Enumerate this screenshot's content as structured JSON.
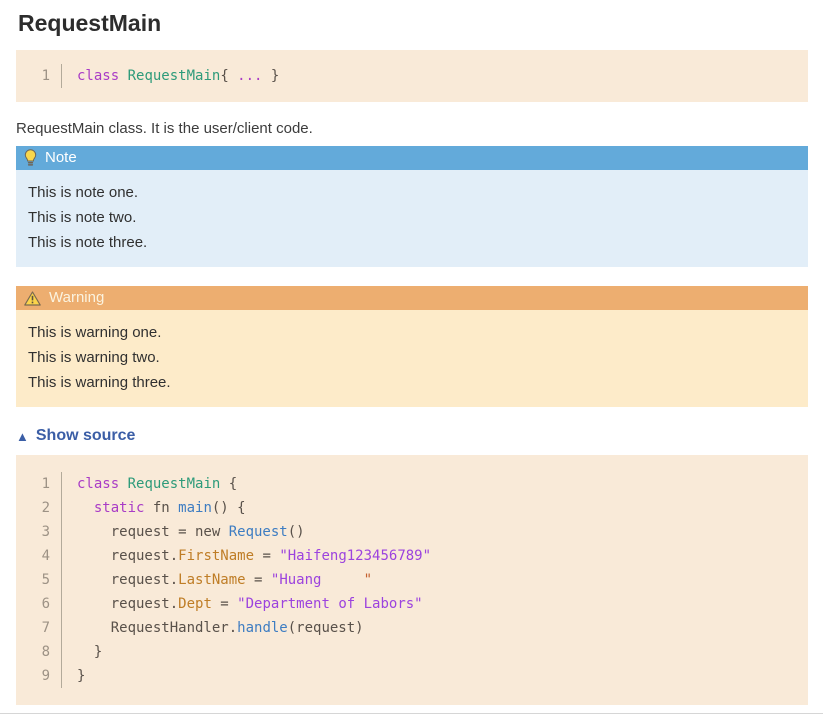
{
  "page": {
    "title": "RequestMain",
    "description": "RequestMain class. It is the user/client code."
  },
  "summary_code": {
    "lines": [
      {
        "n": "1",
        "tokens": [
          [
            "k",
            "class"
          ],
          [
            "p",
            " "
          ],
          [
            "t",
            "RequestMain"
          ],
          [
            "p",
            "{ "
          ],
          [
            "k",
            "..."
          ],
          [
            "p",
            " }"
          ]
        ]
      }
    ]
  },
  "note": {
    "title": "Note",
    "icon": "lightbulb-icon",
    "lines": [
      "This is note one.",
      "This is note two.",
      "This is note three."
    ]
  },
  "warning": {
    "title": "Warning",
    "icon": "warning-triangle-icon",
    "lines": [
      "This is warning one.",
      "This is warning two.",
      "This is warning three."
    ]
  },
  "source_toggle": {
    "arrow": "▲",
    "label": "Show source"
  },
  "source_code": {
    "lines": [
      {
        "n": "1",
        "tokens": [
          [
            "k",
            "class"
          ],
          [
            "p",
            " "
          ],
          [
            "t",
            "RequestMain"
          ],
          [
            "p",
            " {"
          ]
        ]
      },
      {
        "n": "2",
        "tokens": [
          [
            "p",
            "  "
          ],
          [
            "k",
            "static"
          ],
          [
            "p",
            " fn "
          ],
          [
            "f",
            "main"
          ],
          [
            "p",
            "() {"
          ]
        ]
      },
      {
        "n": "3",
        "tokens": [
          [
            "p",
            "    request = new "
          ],
          [
            "f",
            "Request"
          ],
          [
            "p",
            "()"
          ]
        ]
      },
      {
        "n": "4",
        "tokens": [
          [
            "p",
            "    request."
          ],
          [
            "pr",
            "FirstName"
          ],
          [
            "p",
            " = "
          ],
          [
            "s",
            "\"Haifeng123456789\""
          ]
        ]
      },
      {
        "n": "5",
        "tokens": [
          [
            "p",
            "    request."
          ],
          [
            "pr",
            "LastName"
          ],
          [
            "p",
            " = "
          ],
          [
            "s",
            "\"Huang     "
          ],
          [
            "st",
            "\""
          ]
        ]
      },
      {
        "n": "6",
        "tokens": [
          [
            "p",
            "    request."
          ],
          [
            "pr",
            "Dept"
          ],
          [
            "p",
            " = "
          ],
          [
            "s",
            "\"Department of Labors\""
          ]
        ]
      },
      {
        "n": "7",
        "tokens": [
          [
            "p",
            "    RequestHandler."
          ],
          [
            "f",
            "handle"
          ],
          [
            "p",
            "(request)"
          ]
        ]
      },
      {
        "n": "8",
        "tokens": [
          [
            "p",
            "  }"
          ]
        ]
      },
      {
        "n": "9",
        "tokens": [
          [
            "p",
            "}"
          ]
        ]
      }
    ]
  },
  "colors": {
    "code_bg": "#f9ead8",
    "note_header_bg": "#63aada",
    "note_body_bg": "#e2eef8",
    "warning_header_bg": "#edae70",
    "warning_body_bg": "#fdebc9",
    "link": "#3b5ea6",
    "line_number": "#9d9285",
    "separator": "#b3aa9a",
    "tokens": {
      "k": "#a93cc6",
      "p": "#59514a",
      "t": "#2e9b7a",
      "f": "#3e7dc2",
      "pr": "#bf7d26",
      "s": "#9c43de",
      "st": "#c4602e"
    }
  }
}
